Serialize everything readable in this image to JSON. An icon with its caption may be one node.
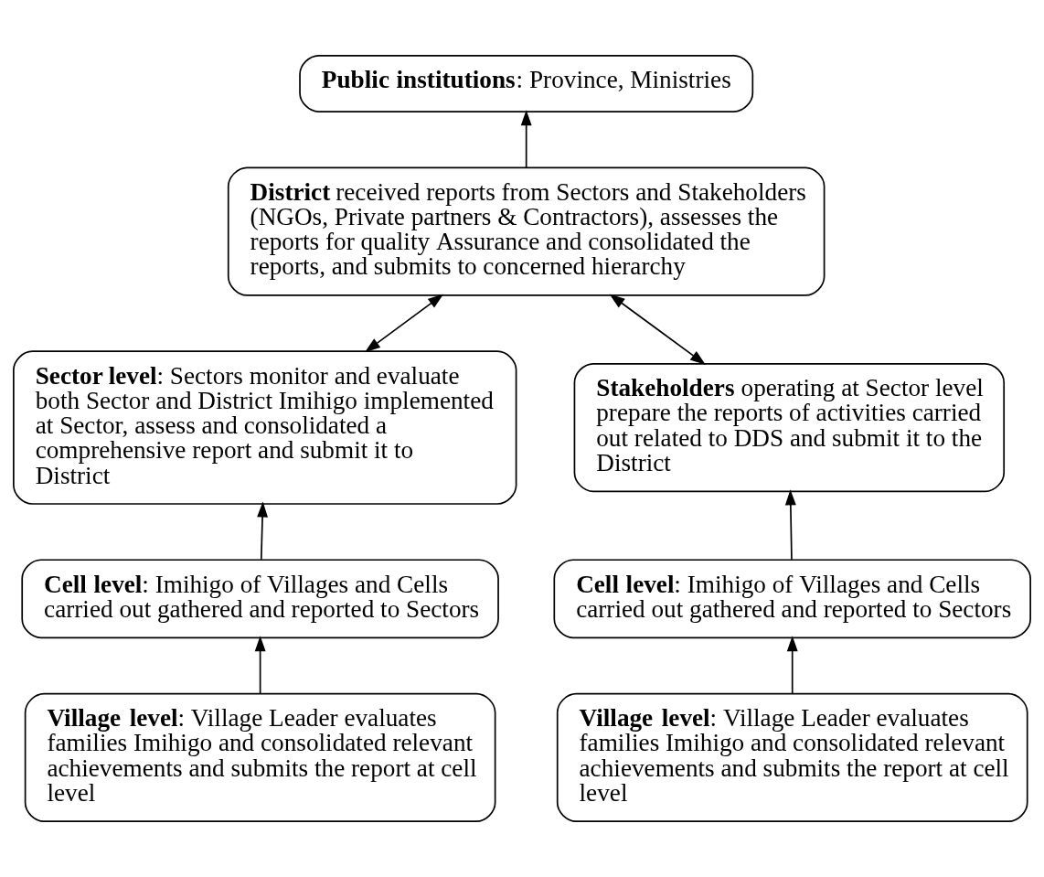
{
  "diagram": {
    "nodes": [
      {
        "text": [
          "**Public institutions**: Province, Ministries"
        ]
      },
      {
        "text": [
          "**District** received reports from Sectors and Stakeholders (NGOs, Private partners & Contractors), assesses the reports for quality Assurance and consolidated the reports, and submits to concerned hierarchy"
        ]
      },
      {
        "text": [
          "**Sector level**: Sectors monitor and evaluate both Sector and District Imihigo implemented at Sector, assess and consolidated a comprehensive report and submit it to District"
        ]
      },
      {
        "text": [
          "**Stakeholders** operating at Sector level prepare the reports of activities carried out related to DDS and submit it to the District"
        ]
      },
      {
        "text": [
          "**Cell level**: Imihigo of Villages and Cells carried out gathered and reported to Sectors"
        ]
      },
      {
        "text": [
          "**Cell level**: Imihigo of Villages and Cells carried out gathered and reported to Sectors"
        ]
      },
      {
        "text": [
          "**Village level**: Village Leader evaluates families Imihigo and consolidated relevant achievements and submits the report at cell level"
        ]
      },
      {
        "text": [
          "**Village level**: Village Leader evaluates families Imihigo and consolidated relevant achievements and submits the report at cell level"
        ]
      }
    ],
    "edges": [
      {
        "from": 1,
        "to": 0,
        "arrow": "to"
      },
      {
        "from": 2,
        "to": 1,
        "arrow": "both"
      },
      {
        "from": 3,
        "to": 1,
        "arrow": "both"
      },
      {
        "from": 4,
        "to": 2,
        "arrow": "to"
      },
      {
        "from": 5,
        "to": 3,
        "arrow": "to"
      },
      {
        "from": 6,
        "to": 4,
        "arrow": "to"
      },
      {
        "from": 7,
        "to": 5,
        "arrow": "to"
      }
    ]
  }
}
